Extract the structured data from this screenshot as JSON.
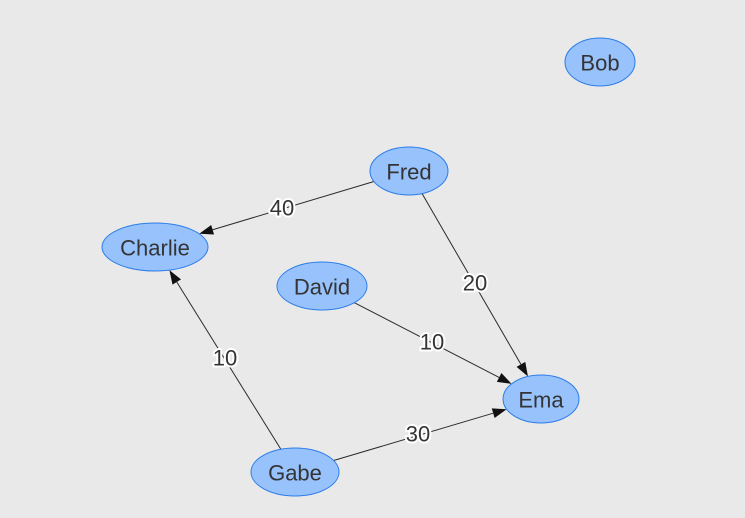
{
  "graph": {
    "colors": {
      "background": "#e9e9e9",
      "node_fill": "#97c2fc",
      "node_border": "#2b7ce9",
      "edge": "#2b2b2b",
      "text": "#343434"
    },
    "nodes": [
      {
        "id": "bob",
        "label": "Bob"
      },
      {
        "id": "fred",
        "label": "Fred"
      },
      {
        "id": "charlie",
        "label": "Charlie"
      },
      {
        "id": "david",
        "label": "David"
      },
      {
        "id": "ema",
        "label": "Ema"
      },
      {
        "id": "gabe",
        "label": "Gabe"
      }
    ],
    "edges": [
      {
        "id": "fred-charlie",
        "from": "fred",
        "to": "charlie",
        "label": "40"
      },
      {
        "id": "fred-ema",
        "from": "fred",
        "to": "ema",
        "label": "20"
      },
      {
        "id": "david-ema",
        "from": "david",
        "to": "ema",
        "label": "10"
      },
      {
        "id": "gabe-charlie",
        "from": "gabe",
        "to": "charlie",
        "label": "10"
      },
      {
        "id": "gabe-ema",
        "from": "gabe",
        "to": "ema",
        "label": "30"
      }
    ]
  }
}
